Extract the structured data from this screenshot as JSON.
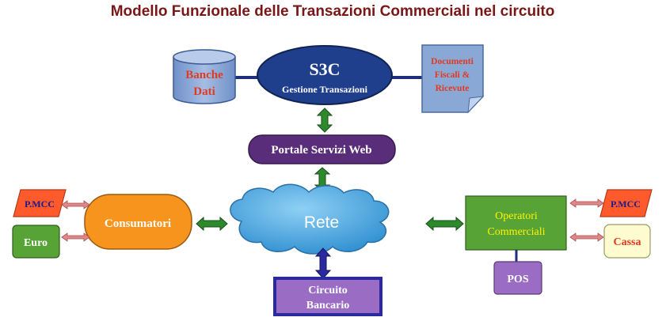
{
  "title": "Modello Funzionale delle Transazioni Commerciali nel circuito",
  "colors": {
    "title": "#7a1616",
    "s3c_fill": "#1f3f8c",
    "db_fill": "#8aa8d6",
    "doc_fill": "#8aa8d6",
    "accent_red": "#e23a1f",
    "portale_fill": "#5a2d7a",
    "cloud_fill": "#3f9ed8",
    "consumatori_fill": "#f7941d",
    "green_fill": "#58a336",
    "pos_fill": "#9b6cc4",
    "circuito_fill": "#9b6cc4",
    "circuito_border": "#2a2aa0",
    "cassa_fill": "#fffbd0",
    "pmcc_fill": "#ff5a2c",
    "pmcc_text": "#1a1a8c",
    "arrow_green": "#2c8a2c",
    "arrow_blue": "#2a2aa0",
    "arrow_red": "#b84a4a"
  },
  "nodes": {
    "s3c": {
      "title": "S3C",
      "subtitle": "Gestione Transazioni"
    },
    "banche_dati": {
      "line1": "Banche",
      "line2": "Dati"
    },
    "documenti": {
      "line1": "Documenti",
      "line2": "Fiscali &",
      "line3": "Ricevute"
    },
    "portale": {
      "label": "Portale Servizi Web"
    },
    "rete": {
      "label": "Rete"
    },
    "consumatori": {
      "label": "Consumatori"
    },
    "operatori": {
      "line1": "Operatori",
      "line2": "Commerciali"
    },
    "pos": {
      "label": "POS"
    },
    "circuito": {
      "line1": "Circuito",
      "line2": "Bancario"
    },
    "pmcc_left": {
      "label": "P.MCC"
    },
    "euro": {
      "label": "Euro"
    },
    "pmcc_right": {
      "label": "P.MCC"
    },
    "cassa": {
      "label": "Cassa"
    }
  }
}
